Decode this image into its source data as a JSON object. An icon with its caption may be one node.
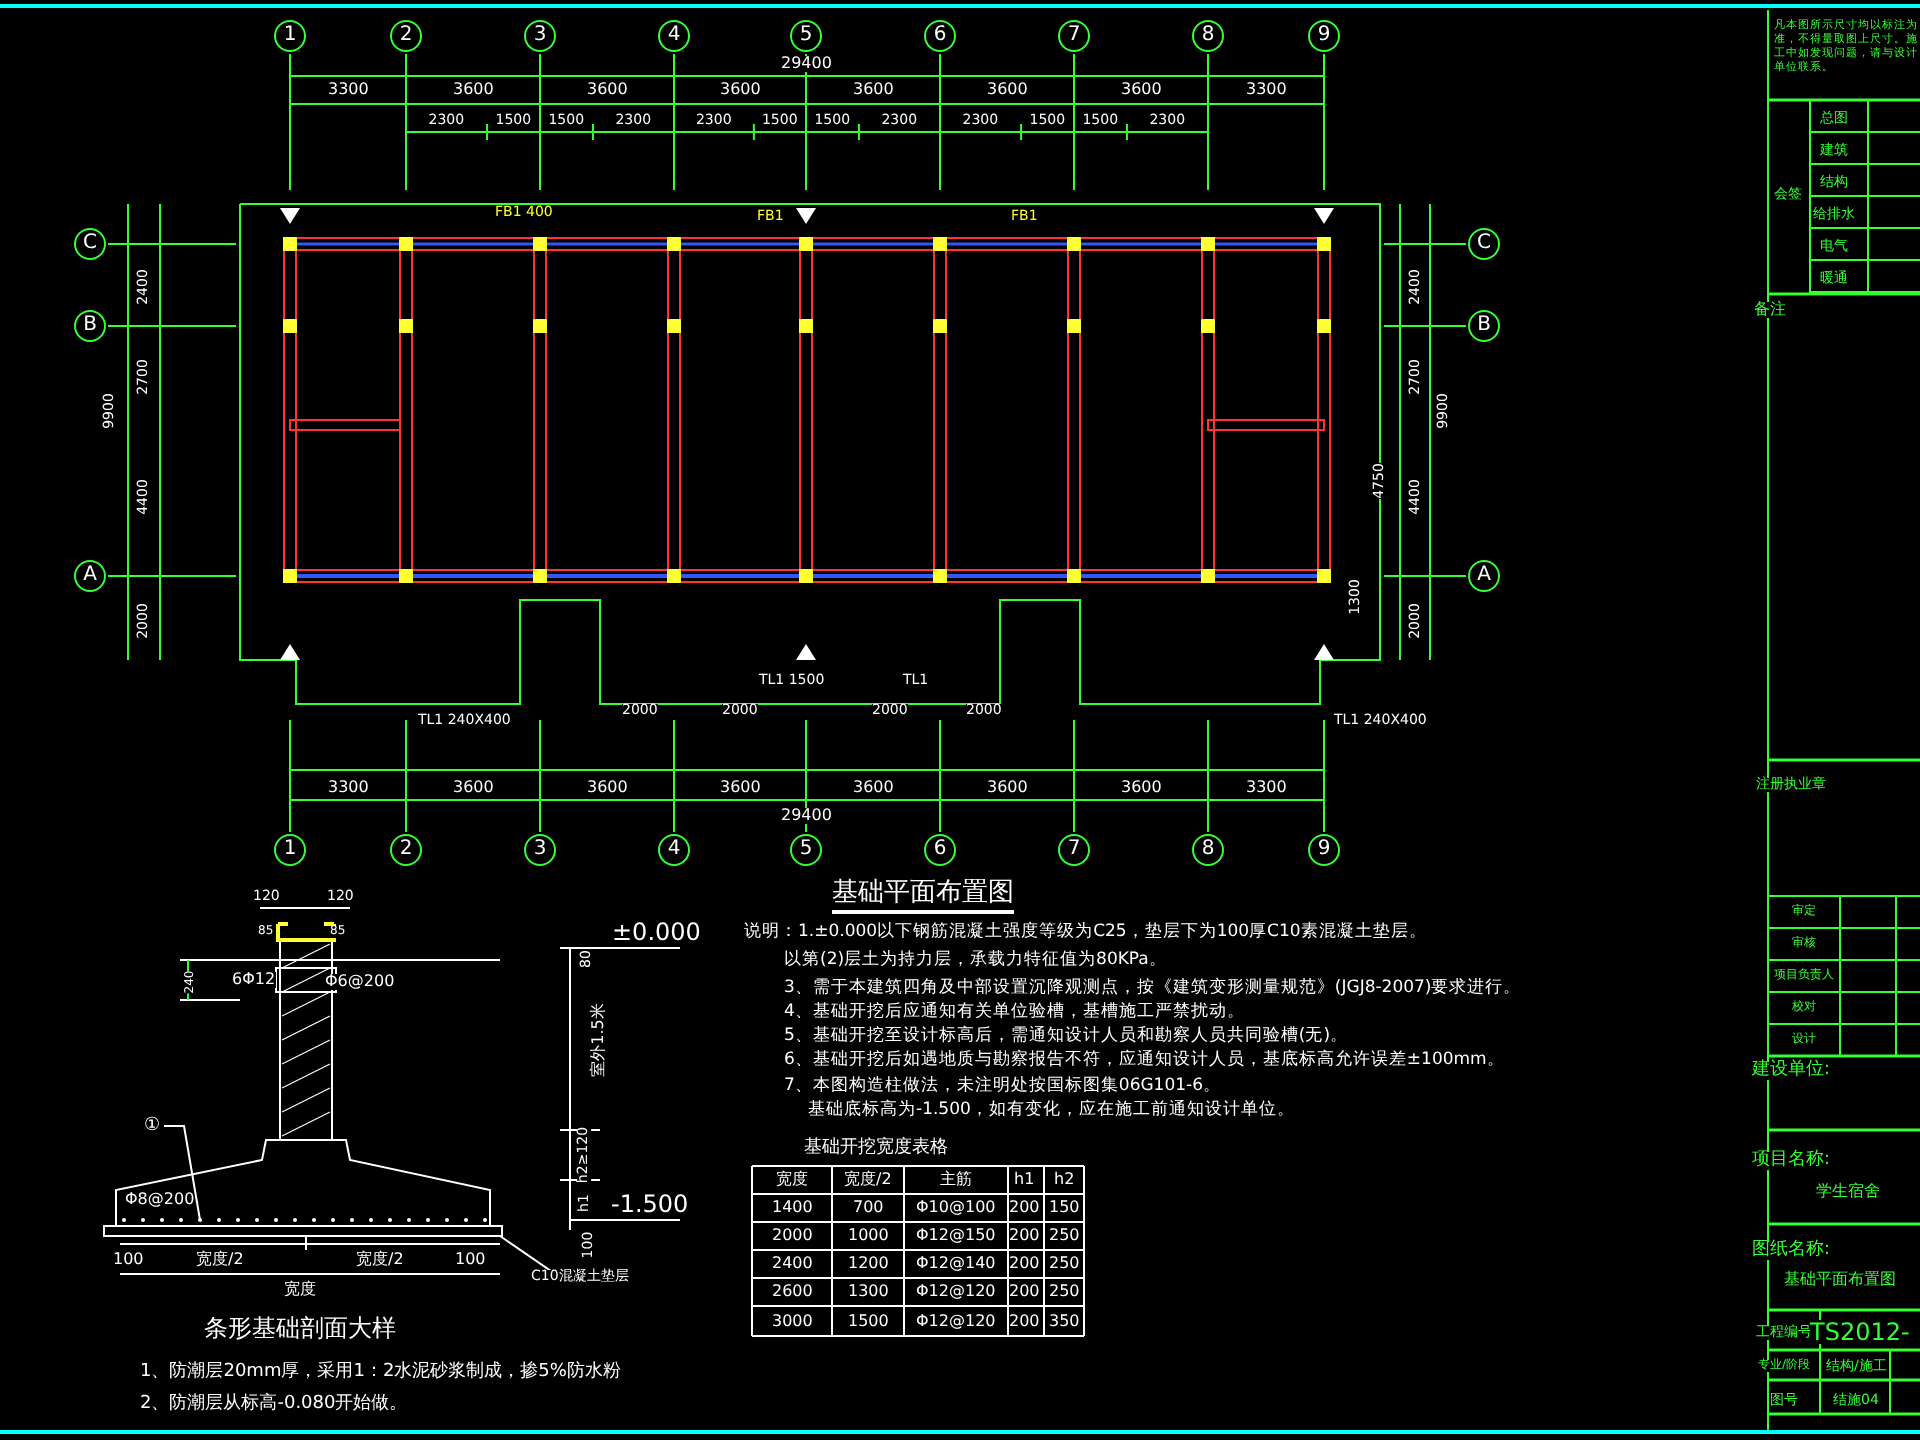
{
  "diagram": {
    "title": "基础平面布置图",
    "labels": [
      "1",
      "2",
      "3",
      "4",
      "5",
      "6",
      "7",
      "8",
      "9",
      "29400",
      "3300",
      "3600",
      "3600",
      "3600",
      "3600",
      "3600",
      "3600",
      "3300",
      "2300",
      "1500",
      "1500",
      "2300",
      "2300",
      "1500",
      "1500",
      "2300",
      "2300",
      "1500",
      "1500",
      "2300",
      "C",
      "B",
      "A",
      "2400",
      "2700",
      "4400",
      "2000",
      "9900",
      "C",
      "B",
      "A",
      "2400",
      "2700",
      "4400",
      "4750",
      "1300",
      "2000",
      "9900",
      "FB1 400",
      "FB1",
      "FB1",
      "TL1 240X400",
      "TL1 240X400",
      "TL1 1500",
      "TL1",
      "2000",
      "2000",
      "2000",
      "2000",
      "1",
      "2",
      "3",
      "4",
      "5",
      "6",
      "7",
      "8",
      "9",
      "29400",
      "3300",
      "3600",
      "3600",
      "3600",
      "3600",
      "3600",
      "3600",
      "3300",
      "说明：1.±0.000以下钢筋混凝土强度等级为C25，垫层下为100厚C10素混凝土垫层。",
      "以第(2)层土为持力层，承载力特征值为80KPa。",
      "3、需于本建筑四角及中部设置沉降观测点，按《建筑变形测量规范》(JGJ8-2007)要求进行。",
      "4、基础开挖后应通知有关单位验槽，基槽施工严禁扰动。",
      "5、基础开挖至设计标高后，需通知设计人员和勘察人员共同验槽(无)。",
      "6、基础开挖后如遇地质与勘察报告不符，应通知设计人员，基底标高允许误差±100mm。",
      "7、本图构造柱做法，未注明处按国标图集06G101-6。",
      "基础底标高为-1.500，如有变化，应在施工前通知设计单位。",
      "基础开挖宽度表格",
      "宽度",
      "宽度/2",
      "主筋",
      "h1",
      "h2",
      "1400",
      "700",
      "Φ10@100",
      "200",
      "150",
      "2000",
      "1000",
      "Φ12@150",
      "200",
      "250",
      "2400",
      "1200",
      "Φ12@140",
      "200",
      "250",
      "2600",
      "1300",
      "Φ12@120",
      "200",
      "250",
      "3000",
      "1500",
      "Φ12@120",
      "200",
      "350",
      "条形基础剖面大样",
      "1、防潮层20mm厚，采用1：2水泥砂浆制成，掺5%防水粉",
      "2、防潮层从标高-0.080开始做。",
      "120",
      "120",
      "85",
      "85",
      "240",
      "6Φ12",
      "Φ6@200",
      "±0.000",
      "80",
      "室外1.5米",
      "h2≥120",
      "h1",
      "-1.500",
      "100",
      "C10混凝土垫层",
      "Φ8@200",
      "①",
      "100",
      "宽度/2",
      "宽度/2",
      "100",
      "宽度",
      "凡本图所示尺寸均以标注为准，不得量取图上尺寸。施工中如发现问题，请与设计单位联系。",
      "会签",
      "总图",
      "建筑",
      "结构",
      "给排水",
      "电气",
      "暖通",
      "备注",
      "注册执业章",
      "审定",
      "审核",
      "项目负责人",
      "校对",
      "设计",
      "建设单位:",
      "项目名称:",
      "学生宿舍",
      "图纸名称:",
      "基础平面布置图",
      "工程编号",
      "TS2012-",
      "专业/阶段",
      "结构/施工",
      "图号",
      "结施04"
    ]
  }
}
